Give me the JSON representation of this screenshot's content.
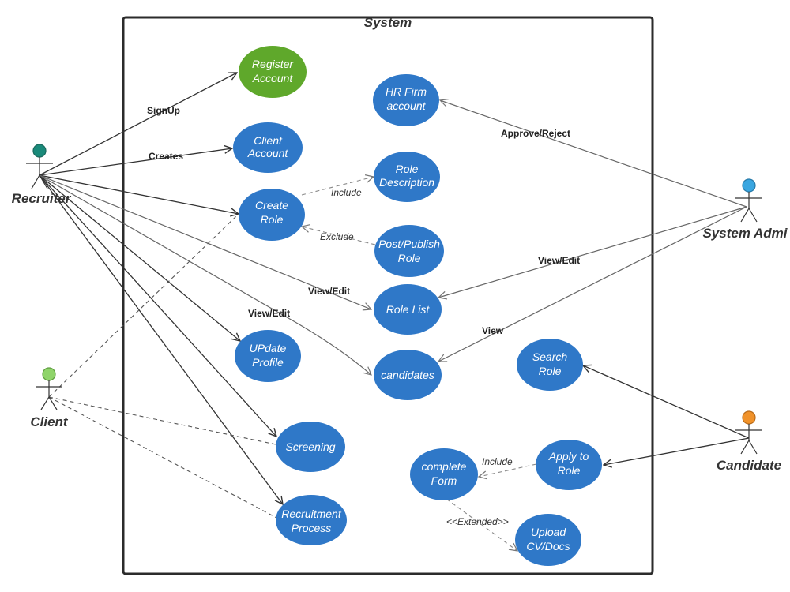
{
  "system": {
    "label": "System"
  },
  "actors": {
    "recruiter": {
      "label": "Recruiter",
      "color": "#1a8a7a"
    },
    "client": {
      "label": "Client",
      "color": "#8fd46a"
    },
    "system_admin": {
      "label": "System Admi",
      "color": "#3aa6e0"
    },
    "candidate": {
      "label": "Candidate",
      "color": "#f0922a"
    }
  },
  "use_cases": {
    "register_account": [
      "Register",
      "Account"
    ],
    "client_account": [
      "Client",
      "Account"
    ],
    "create_role": [
      "Create",
      "Role"
    ],
    "update_profile": [
      "UPdate",
      "Profile"
    ],
    "screening": [
      "Screening"
    ],
    "recruitment_process": [
      "Recruitment",
      "Process"
    ],
    "hr_firm_account": [
      "HR Firm",
      "account"
    ],
    "role_description": [
      "Role",
      "Description"
    ],
    "post_publish_role": [
      "Post/Publish",
      "Role"
    ],
    "role_list": [
      "Role List"
    ],
    "candidates": [
      "candidates"
    ],
    "search_role": [
      "Search",
      "Role"
    ],
    "apply_to_role": [
      "Apply to",
      "Role"
    ],
    "complete_form": [
      "complete",
      "Form"
    ],
    "upload_cv_docs": [
      "Upload",
      "CV/Docs"
    ]
  },
  "edge_labels": {
    "signup": "SignUp",
    "creates": "Creates",
    "include_role_desc": "Include",
    "exclude": "Exclude",
    "view_edit_role_list_recruiter": "View/Edit",
    "view_edit_candidates_recruiter": "View/Edit",
    "approve_reject": "Approve/Reject",
    "view_edit_admin": "View/Edit",
    "view_admin": "View",
    "include_form": "Include",
    "extended": "<<Extended>>"
  },
  "colors": {
    "usecase_blue": "#2f78c8",
    "usecase_green": "#5fa82b",
    "line": "#3a3a3a",
    "border": "#2b2b2b"
  }
}
